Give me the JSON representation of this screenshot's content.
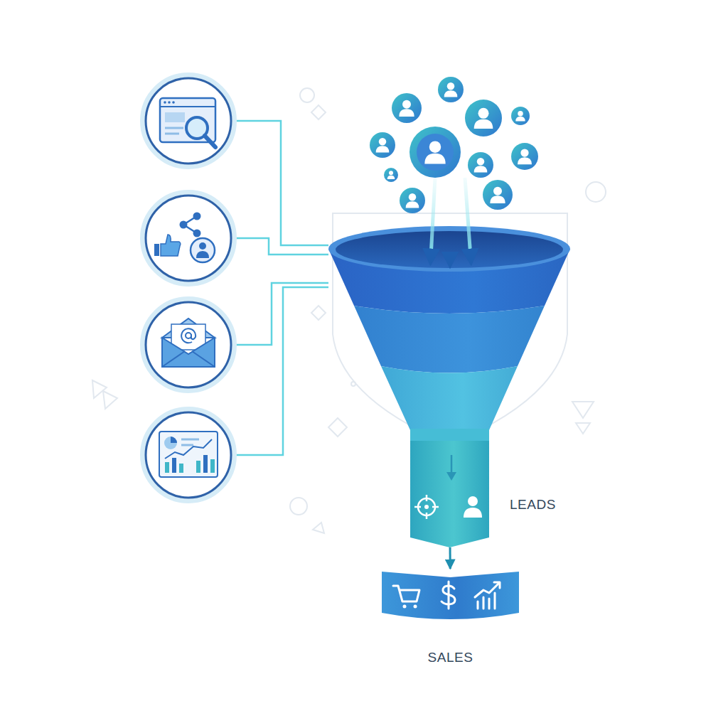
{
  "diagram": {
    "nodes": [
      {
        "text": [
          "LEADS"
        ]
      },
      {
        "text": [
          "SALES"
        ]
      }
    ],
    "edges": [
      {
        "from": 0,
        "to": 1,
        "arrow": "to"
      }
    ]
  }
}
